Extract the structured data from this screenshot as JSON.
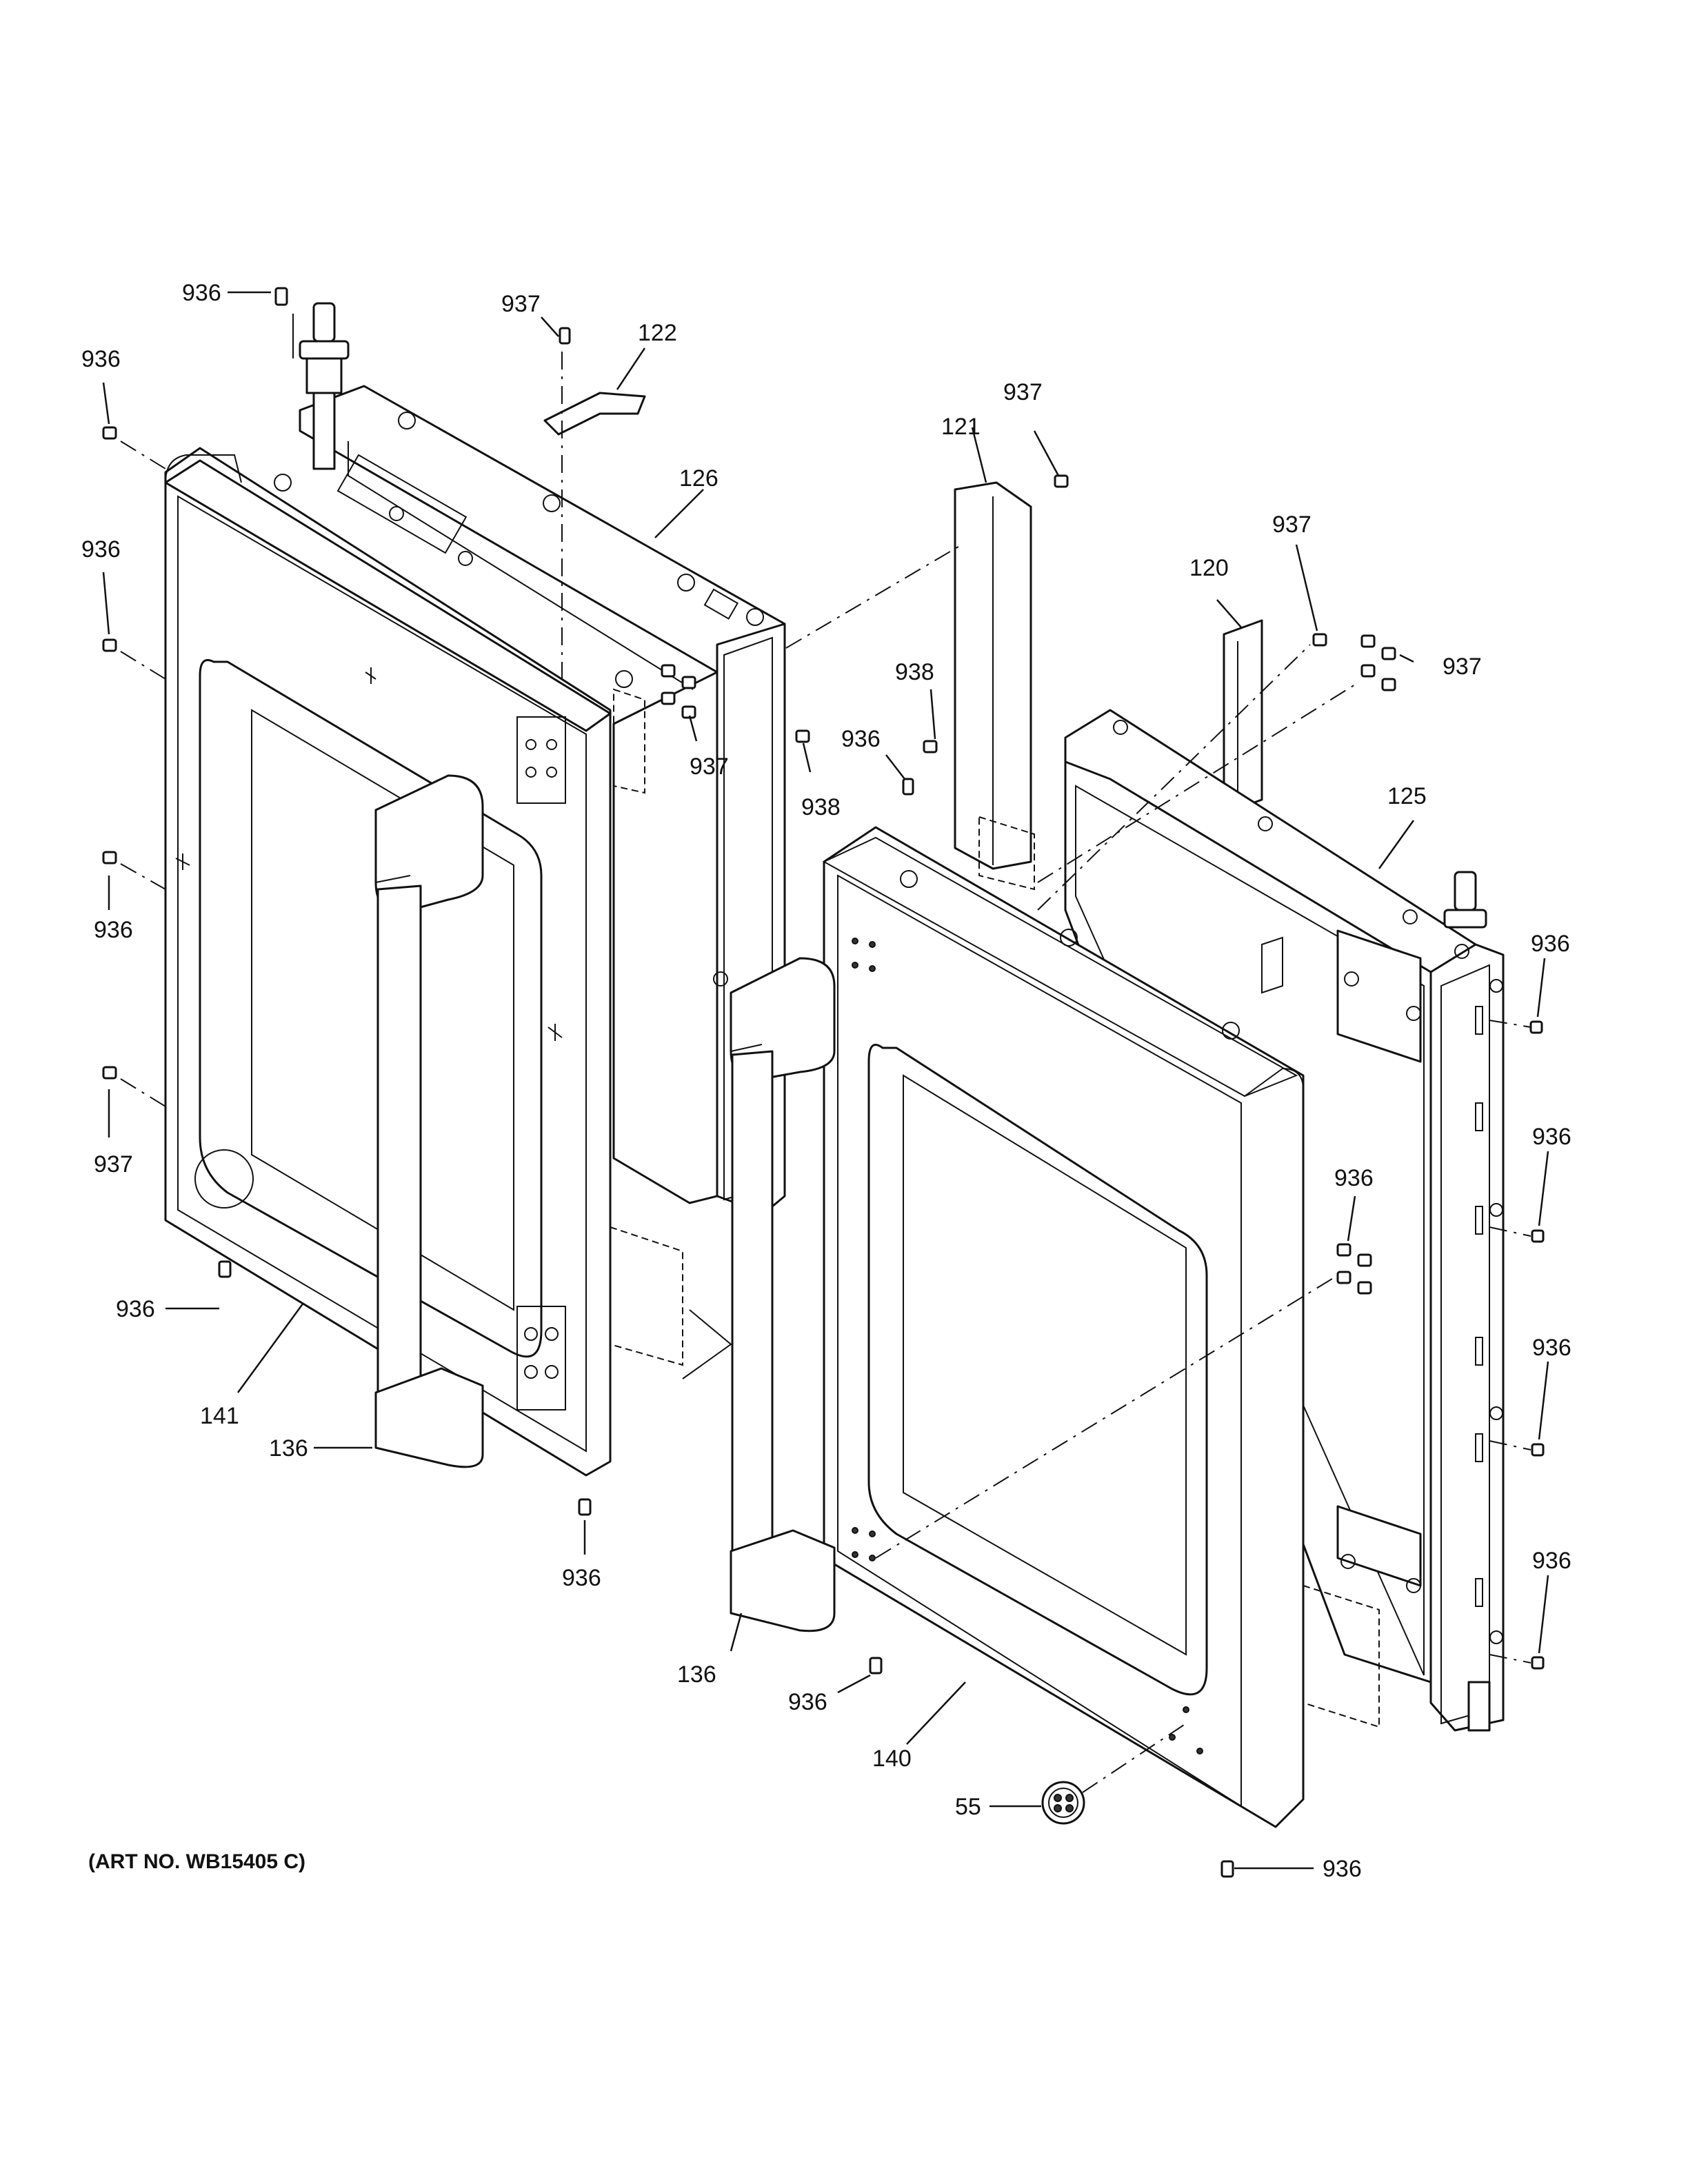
{
  "callouts": [
    {
      "id": "c936-a",
      "text": "936"
    },
    {
      "id": "c937-a",
      "text": "937"
    },
    {
      "id": "c122",
      "text": "122"
    },
    {
      "id": "c936-b",
      "text": "936"
    },
    {
      "id": "c126",
      "text": "126"
    },
    {
      "id": "c121",
      "text": "121"
    },
    {
      "id": "c937-b",
      "text": "937"
    },
    {
      "id": "c936-c",
      "text": "936"
    },
    {
      "id": "c937-c",
      "text": "937"
    },
    {
      "id": "c120",
      "text": "120"
    },
    {
      "id": "c937-d",
      "text": "937"
    },
    {
      "id": "c937-e",
      "text": "937"
    },
    {
      "id": "c938-a",
      "text": "938"
    },
    {
      "id": "c938-b",
      "text": "938"
    },
    {
      "id": "c936-d",
      "text": "936"
    },
    {
      "id": "c125",
      "text": "125"
    },
    {
      "id": "c936-e",
      "text": "936"
    },
    {
      "id": "c936-f",
      "text": "936"
    },
    {
      "id": "c936-g",
      "text": "936"
    },
    {
      "id": "c936-h",
      "text": "936"
    },
    {
      "id": "c937-f",
      "text": "937"
    },
    {
      "id": "c936-i",
      "text": "936"
    },
    {
      "id": "c936-j",
      "text": "936"
    },
    {
      "id": "c141",
      "text": "141"
    },
    {
      "id": "c136-a",
      "text": "136"
    },
    {
      "id": "c936-k",
      "text": "936"
    },
    {
      "id": "c936-l",
      "text": "936"
    },
    {
      "id": "c136-b",
      "text": "136"
    },
    {
      "id": "c936-m",
      "text": "936"
    },
    {
      "id": "c140",
      "text": "140"
    },
    {
      "id": "c55",
      "text": "55"
    },
    {
      "id": "c936-n",
      "text": "936"
    }
  ],
  "art_number": "(ART NO. WB15405 C)"
}
